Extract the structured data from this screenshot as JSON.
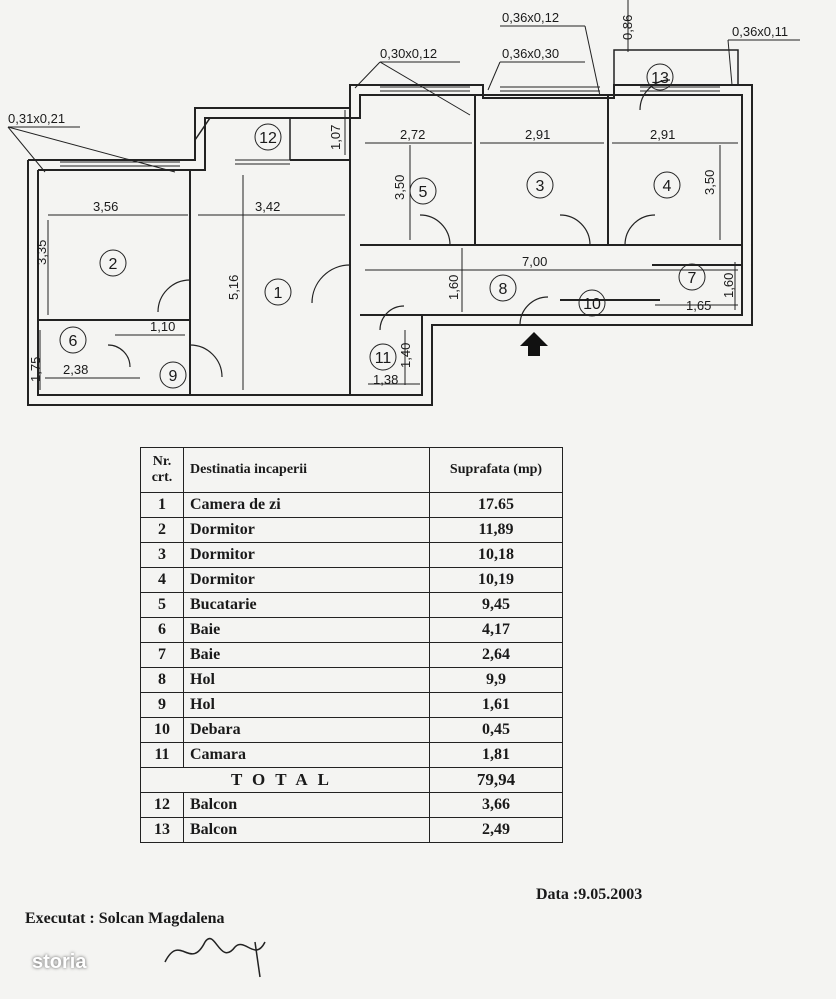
{
  "plan": {
    "dims": {
      "d_031x021": "0,31x0,21",
      "d_030x012": "0,30x0,12",
      "d_036x012": "0,36x0,12",
      "d_036x030": "0,36x0,30",
      "d_086": "0,86",
      "d_036x011": "0,36x0,11",
      "d_107": "1,07",
      "d_272": "2,72",
      "d_291a": "2,91",
      "d_291b": "2,91",
      "d_350a": "3,50",
      "d_350b": "3,50",
      "d_356": "3,56",
      "d_342": "3,42",
      "d_335": "3,35",
      "d_516": "5,16",
      "d_700": "7,00",
      "d_160a": "1,60",
      "d_160b": "1,60",
      "d_165": "1,65",
      "d_110": "1,10",
      "d_175": "1,75",
      "d_238": "2,38",
      "d_140": "1,40",
      "d_138": "1,38"
    },
    "rooms": [
      "1",
      "2",
      "3",
      "4",
      "5",
      "6",
      "7",
      "8",
      "9",
      "10",
      "11",
      "12",
      "13"
    ]
  },
  "table": {
    "h_nr": "Nr. crt.",
    "h_dest": "Destinatia incaperii",
    "h_sup": "Suprafata (mp)",
    "rows": [
      {
        "nr": "1",
        "name": "Camera de zi",
        "area": "17.65"
      },
      {
        "nr": "2",
        "name": "Dormitor",
        "area": "11,89"
      },
      {
        "nr": "3",
        "name": "Dormitor",
        "area": "10,18"
      },
      {
        "nr": "4",
        "name": "Dormitor",
        "area": "10,19"
      },
      {
        "nr": "5",
        "name": "Bucatarie",
        "area": "9,45"
      },
      {
        "nr": "6",
        "name": "Baie",
        "area": "4,17"
      },
      {
        "nr": "7",
        "name": "Baie",
        "area": "2,64"
      },
      {
        "nr": "8",
        "name": "Hol",
        "area": "9,9"
      },
      {
        "nr": "9",
        "name": "Hol",
        "area": "1,61"
      },
      {
        "nr": "10",
        "name": "Debara",
        "area": "0,45"
      },
      {
        "nr": "11",
        "name": "Camara",
        "area": "1,81"
      }
    ],
    "total_label": "TOTAL",
    "total_value": "79,94",
    "balcony_rows": [
      {
        "nr": "12",
        "name": "Balcon",
        "area": "3,66"
      },
      {
        "nr": "13",
        "name": "Balcon",
        "area": "2,49"
      }
    ]
  },
  "footer": {
    "date": "Data :9.05.2003",
    "executed": "Executat : Solcan Magdalena",
    "logo": "storia"
  }
}
